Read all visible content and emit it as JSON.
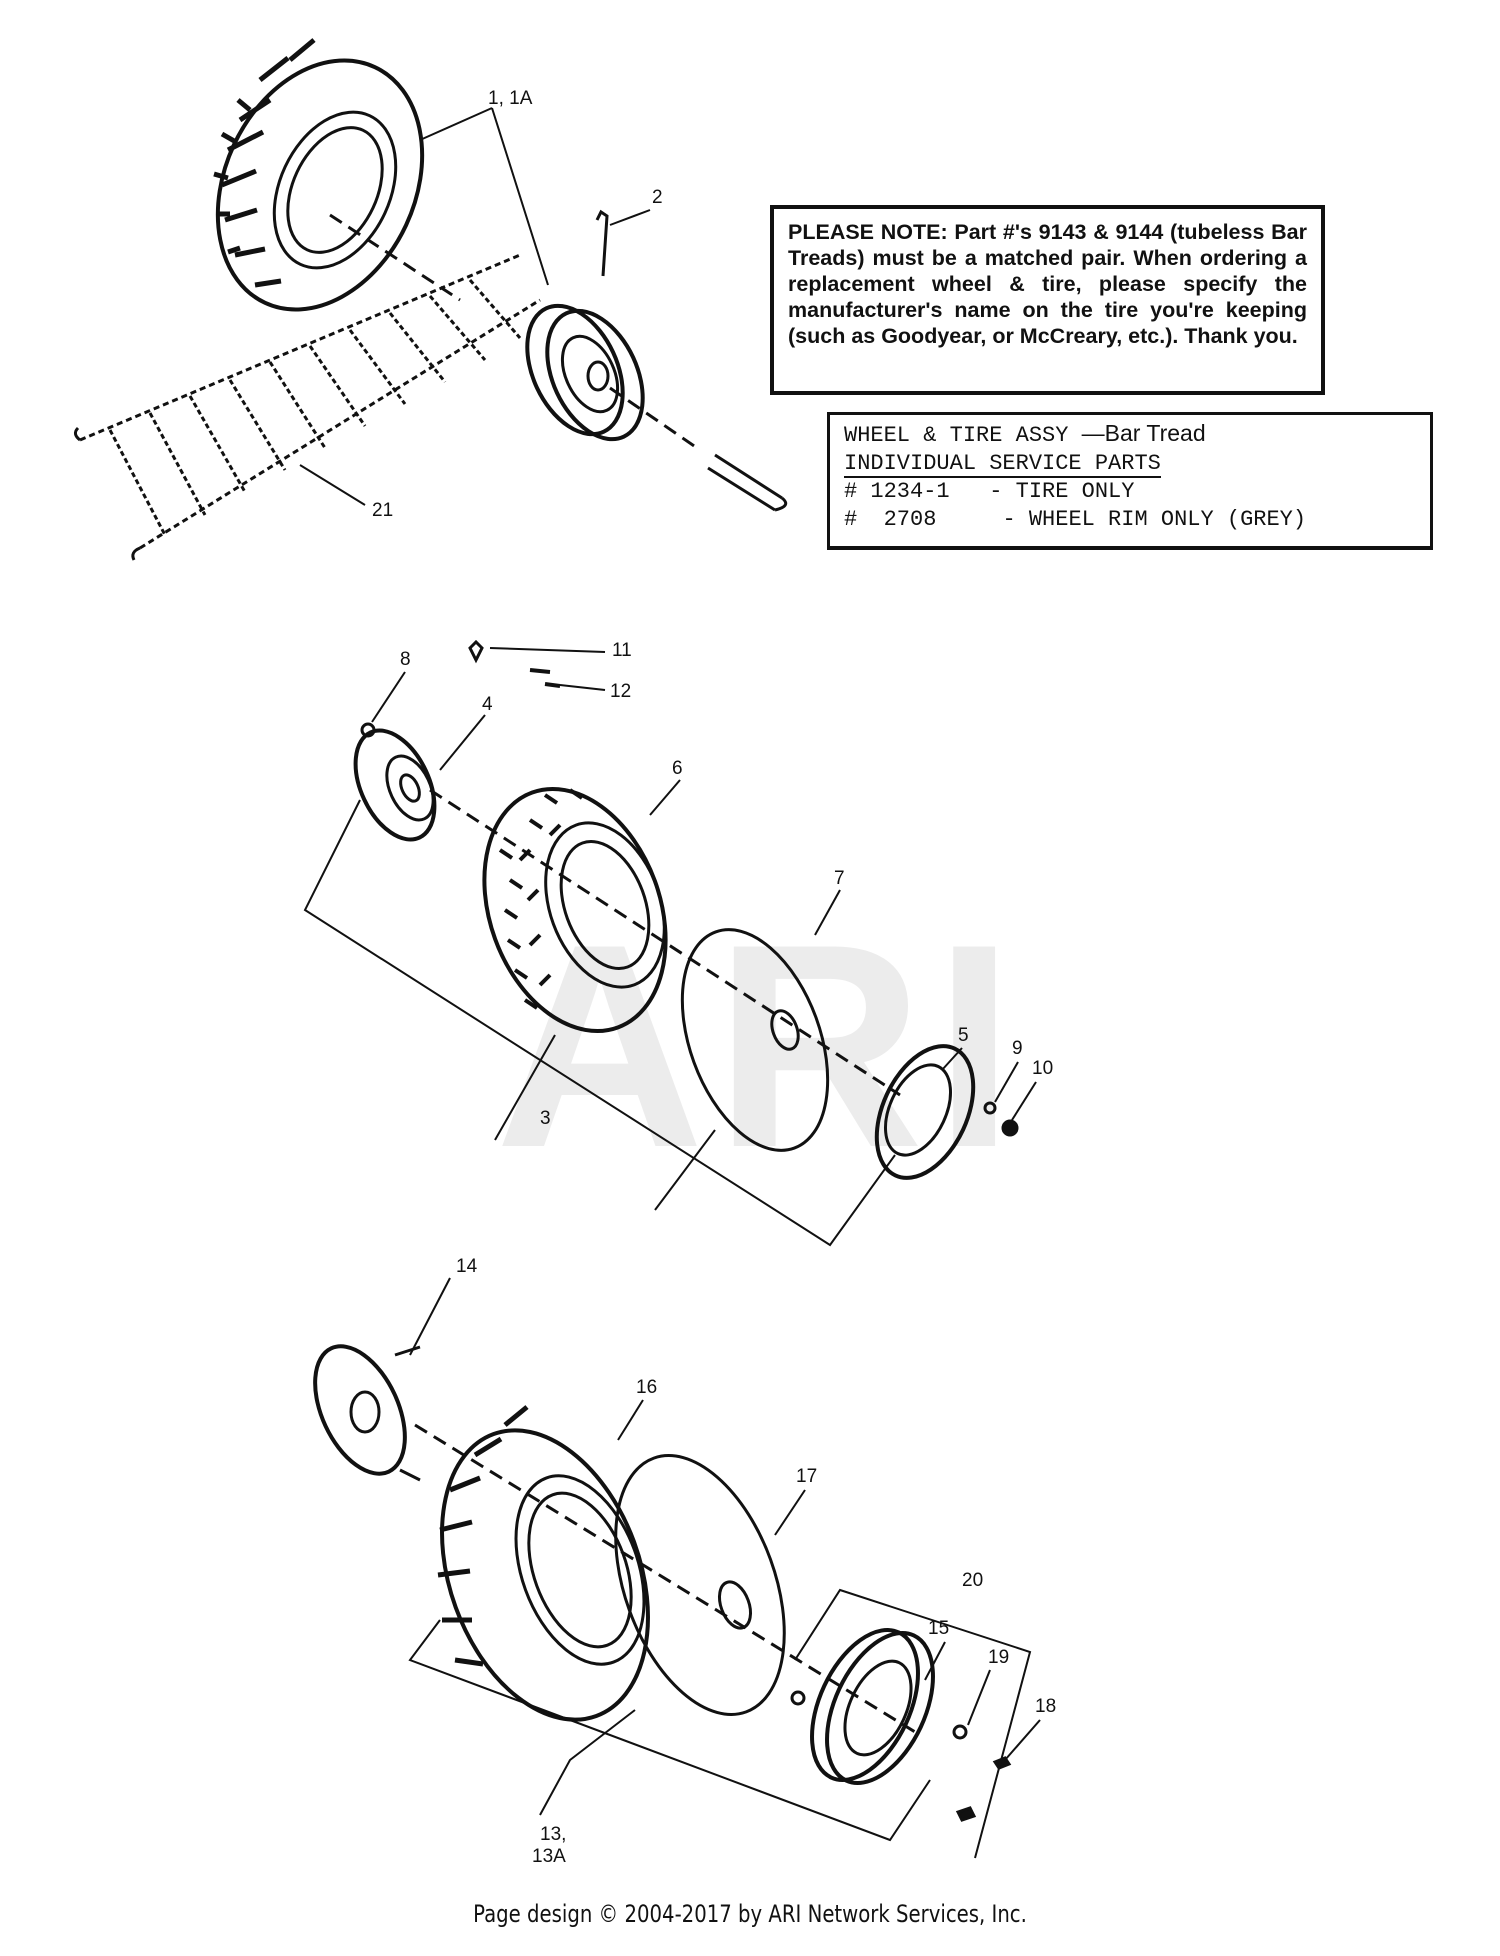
{
  "watermark": "ARI",
  "note": {
    "text": "PLEASE NOTE: Part #'s 9143 & 9144 (tubeless Bar Treads) must be a matched pair. When ordering a replacement wheel & tire, please specify the manufacturer's name on the tire you're keeping (such as Goodyear, or McCreary, etc.). Thank you."
  },
  "service_parts": {
    "title": "WHEEL & TIRE ASSY",
    "title_suffix": "—Bar Tread",
    "subtitle": "INDIVIDUAL SERVICE PARTS",
    "rows": [
      {
        "num": "# 1234-1",
        "desc": "- TIRE ONLY"
      },
      {
        "num": "#  2708",
        "desc": "- WHEEL RIM ONLY (GREY)"
      }
    ]
  },
  "callouts": {
    "c1": "1, 1A",
    "c2": "2",
    "c21": "21",
    "c8": "8",
    "c4": "4",
    "c11": "11",
    "c12": "12",
    "c6": "6",
    "c7": "7",
    "c5": "5",
    "c9": "9",
    "c10": "10",
    "c3": "3",
    "c14": "14",
    "c16": "16",
    "c17": "17",
    "c20": "20",
    "c15": "15",
    "c19": "19",
    "c18": "18",
    "c13a": "13,",
    "c13b": "13A"
  },
  "footer": "Page design © 2004-2017 by ARI Network Services, Inc."
}
